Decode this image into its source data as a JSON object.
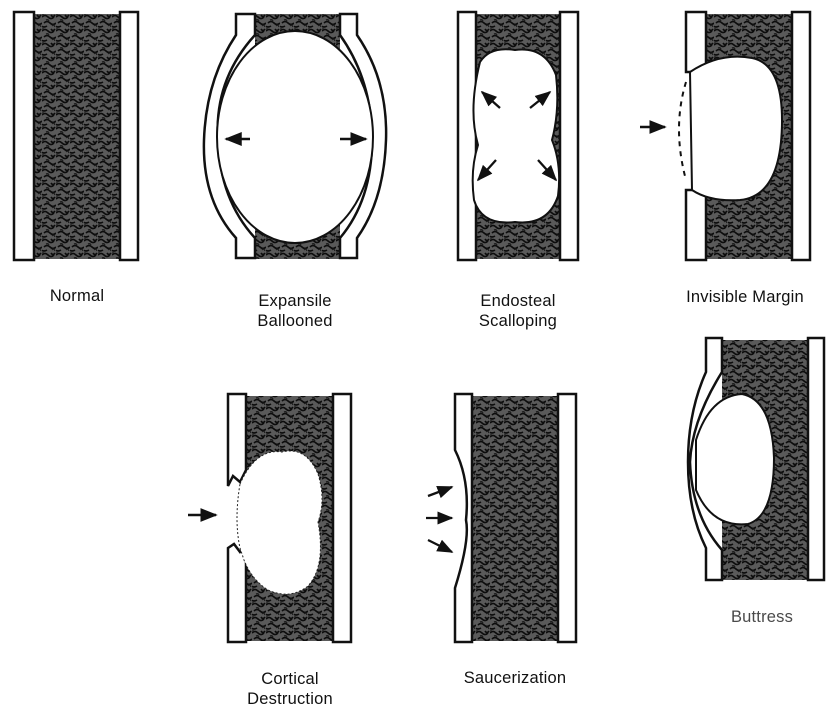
{
  "diagrams": [
    {
      "id": "normal",
      "label_lines": [
        "Normal"
      ]
    },
    {
      "id": "expansile",
      "label_lines": [
        "Expansile",
        "Ballooned"
      ]
    },
    {
      "id": "endosteal",
      "label_lines": [
        "Endosteal",
        "Scalloping"
      ]
    },
    {
      "id": "invisible",
      "label_lines": [
        "Invisible Margin"
      ]
    },
    {
      "id": "cortical",
      "label_lines": [
        "Cortical",
        "Destruction"
      ]
    },
    {
      "id": "saucerization",
      "label_lines": [
        "Saucerization"
      ]
    },
    {
      "id": "buttress",
      "label_lines": [
        "Buttress"
      ]
    }
  ],
  "colors": {
    "ink": "#111111",
    "marrow": "#3a3a3a",
    "lesion": "#ffffff",
    "label_muted": "#4a4a4a"
  }
}
